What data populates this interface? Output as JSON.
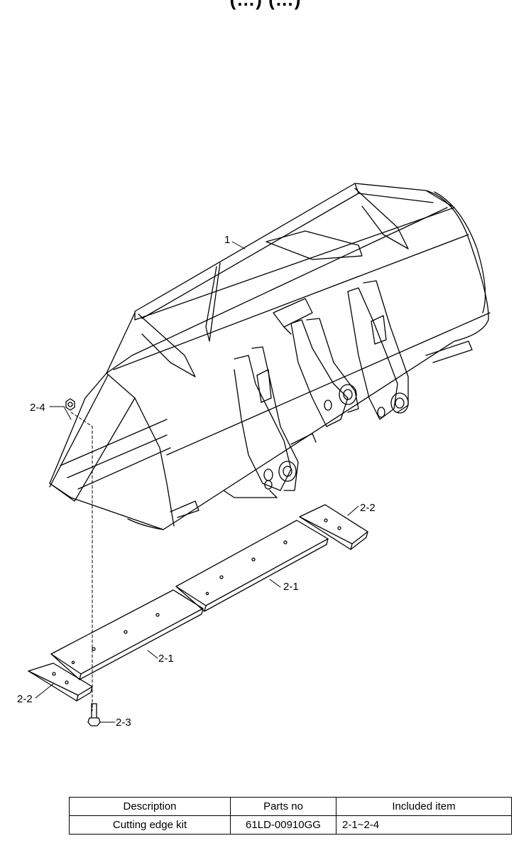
{
  "title": "(…) (…)",
  "callouts": {
    "c1": "1",
    "c2_1a": "2-1",
    "c2_1b": "2-1",
    "c2_2a": "2-2",
    "c2_2b": "2-2",
    "c2_3": "2-3",
    "c2_4": "2-4"
  },
  "table": {
    "headers": [
      "Description",
      "Parts no",
      "Included item"
    ],
    "rows": [
      [
        "Cutting edge kit",
        "61LD-00910GG",
        "2-1~2-4"
      ]
    ]
  }
}
